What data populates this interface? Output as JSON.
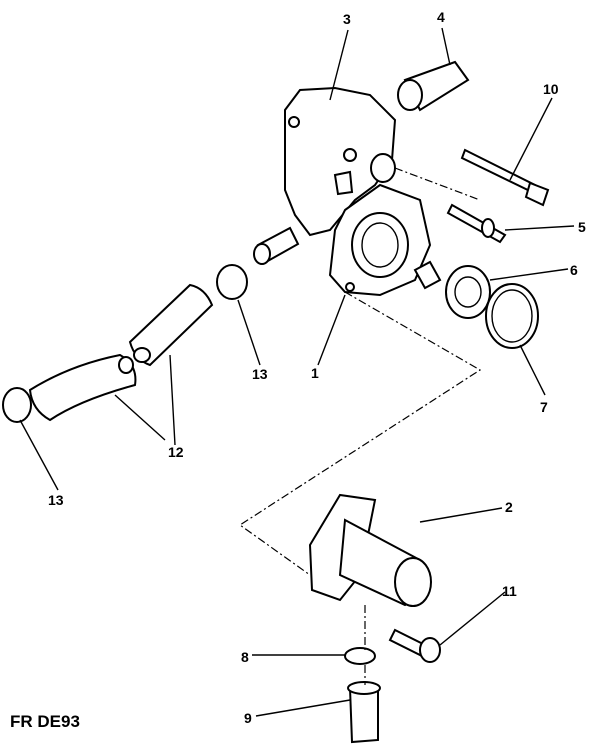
{
  "diagram_code": "FR DE93",
  "callouts": {
    "c1": "1",
    "c2": "2",
    "c3": "3",
    "c4": "4",
    "c5": "5",
    "c6": "6",
    "c7": "7",
    "c8": "8",
    "c9": "9",
    "c10": "10",
    "c11": "11",
    "c12": "12",
    "c13a": "13",
    "c13b": "13"
  }
}
